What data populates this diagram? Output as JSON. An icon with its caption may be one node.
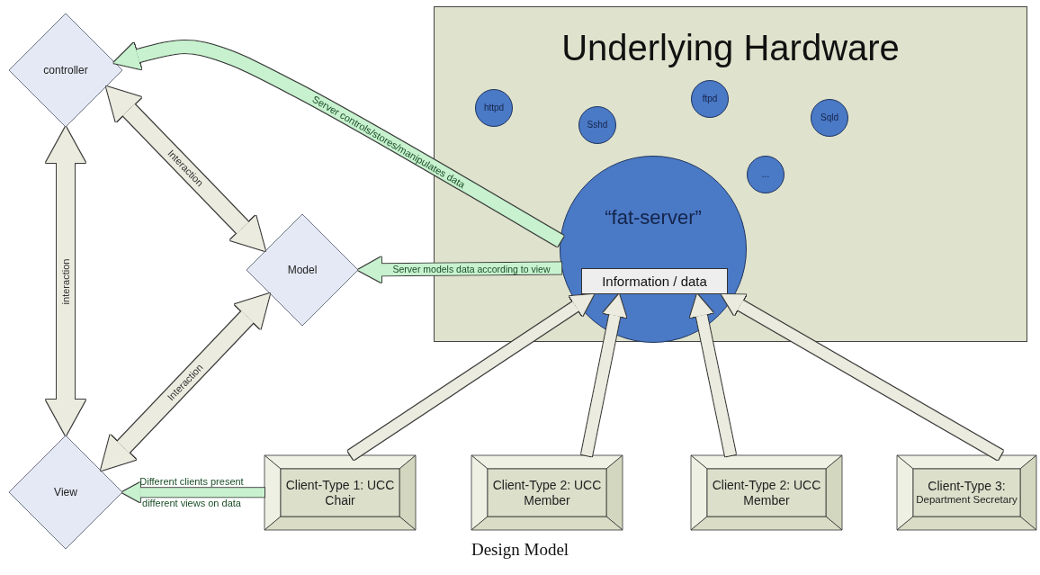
{
  "diagram": {
    "caption": "Design Model",
    "nodes": [
      {
        "text": [
          "controller"
        ]
      },
      {
        "text": [
          "Model"
        ]
      },
      {
        "text": [
          "View"
        ]
      },
      {
        "text": [
          "Underlying Hardware"
        ]
      },
      {
        "text": [
          "httpd"
        ],
        "in": 3
      },
      {
        "text": [
          "Sshd"
        ],
        "in": 3
      },
      {
        "text": [
          "ftpd"
        ],
        "in": 3
      },
      {
        "text": [
          "Sqld"
        ],
        "in": 3
      },
      {
        "text": [
          "..."
        ],
        "in": 3
      },
      {
        "text": [
          "“fat-server”"
        ],
        "in": 3
      },
      {
        "text": [
          "Information / data"
        ],
        "in": 9
      },
      {
        "text": [
          "Client-Type 1: UCC Chair"
        ]
      },
      {
        "text": [
          "Client-Type 2: UCC Member"
        ]
      },
      {
        "text": [
          "Client-Type 2: UCC Member"
        ]
      },
      {
        "text": [
          "Client-Type 3:",
          "Department Secretary"
        ]
      }
    ],
    "edges": [
      {
        "from": 9,
        "to": 0,
        "arrow": "to",
        "label": "Server controls/stores/manipulates data",
        "color": "#c8f2cf"
      },
      {
        "from": 0,
        "to": 1,
        "arrow": "both",
        "label": "Interaction"
      },
      {
        "from": 0,
        "to": 2,
        "arrow": "both",
        "label": "interaction"
      },
      {
        "from": 1,
        "to": 2,
        "arrow": "both",
        "label": "Interaction"
      },
      {
        "from": 11,
        "to": 2,
        "arrow": "to",
        "label": "Different clients present different views on data",
        "color": "#c8f2cf"
      },
      {
        "from": 9,
        "to": 1,
        "arrow": "to",
        "label": "Server models data according to view",
        "color": "#c8f2cf"
      },
      {
        "from": 11,
        "to": 10,
        "arrow": "to"
      },
      {
        "from": 12,
        "to": 10,
        "arrow": "to"
      },
      {
        "from": 13,
        "to": 10,
        "arrow": "to"
      },
      {
        "from": 14,
        "to": 10,
        "arrow": "to"
      }
    ]
  }
}
